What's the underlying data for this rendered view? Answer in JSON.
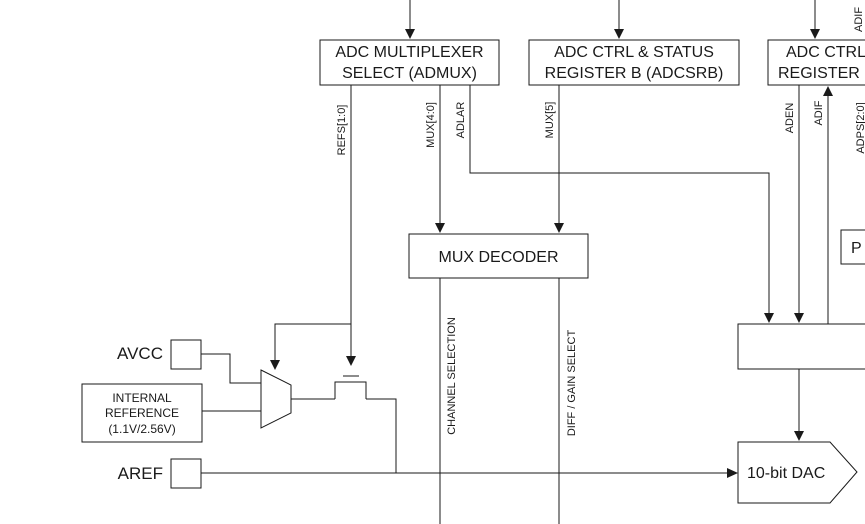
{
  "blocks": {
    "admux": {
      "line1": "ADC MULTIPLEXER",
      "line2": "SELECT (ADMUX)"
    },
    "adcsrb": {
      "line1": "ADC CTRL & STATUS",
      "line2": "REGISTER B (ADCSRB)"
    },
    "adcsra": {
      "line1": "ADC CTRL",
      "line2": "REGISTER"
    },
    "mux_decoder": {
      "label": "MUX DECODER"
    },
    "prescaler_partial": {
      "label": "P"
    },
    "dac": {
      "label": "10-bit DAC"
    },
    "internal_reference": {
      "line1": "INTERNAL",
      "line2": "REFERENCE",
      "line3": "(1.1V/2.56V)"
    }
  },
  "pins": {
    "avcc": "AVCC",
    "aref": "AREF"
  },
  "signals": {
    "refs": "REFS[1:0]",
    "mux40": "MUX[4:0]",
    "adlar": "ADLAR",
    "mux5": "MUX[5]",
    "aden": "ADEN",
    "adif": "ADIF",
    "adif_top": "ADIF",
    "adps": "ADPS[2:0]",
    "channel_selection": "CHANNEL SELECTION",
    "diff_gain_select": "DIFF / GAIN SELECT"
  },
  "colors": {
    "line": "#1a1a1a",
    "background": "#ffffff"
  }
}
